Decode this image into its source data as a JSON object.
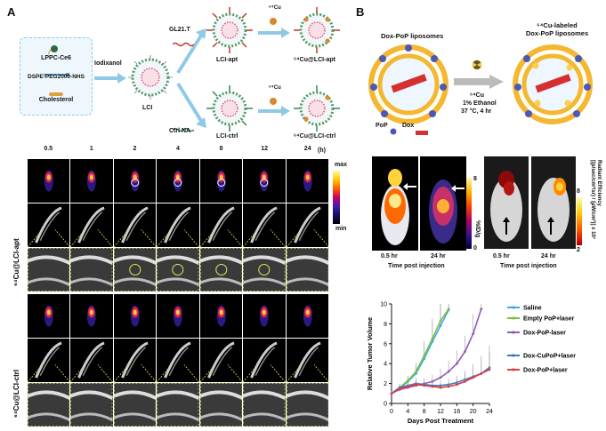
{
  "panelA": {
    "letter": "A",
    "materials": [
      "LPPC-Ce6",
      "DSPE-PEG2000-NHS",
      "Cholesterol"
    ],
    "iodixanol": "Iodixanol",
    "lci": "LCI",
    "gl21": "GL21.T",
    "ctrl_na": "Ctrl NA",
    "cu64_top": "⁶⁴Cu",
    "cu64_bottom": "⁶⁴Cu",
    "lci_apt": "LCI-apt",
    "cu_lci_apt": "⁶⁴Cu@LCI-apt",
    "lci_ctrl": "LCI-ctrl",
    "cu_lci_ctrl": "⁶⁴Cu@LCI-ctrl",
    "timepoints": [
      "0.5",
      "1",
      "2",
      "4",
      "8",
      "12",
      "24"
    ],
    "time_unit": "(h)",
    "colorbar_max": "max",
    "colorbar_min": "min",
    "row_label_top": "⁶⁴Cu@LCI-apt",
    "row_label_bottom": "⁶⁴Cu@LCI-ctrl"
  },
  "panelB": {
    "letter": "B",
    "dox_lipo": "Dox-PoP liposomes",
    "cu_labeled": "⁶⁴Cu-labeled\nDox-PoP liposomes",
    "cu": "⁶⁴Cu",
    "cond1": "1% Ethanol",
    "cond2": "37 °C, 4 hr",
    "pop": "PoP",
    "dox": "Dox",
    "pet_times": [
      "0.5 hr",
      "24 hr"
    ],
    "pet_colorbar": [
      "8",
      "0"
    ],
    "pet_unit": "%ID/g",
    "fl_times": [
      "0.5 hr",
      "24 hr"
    ],
    "fl_colorbar": [
      "8",
      "2"
    ],
    "fl_unit": "Radiant Efficiency\n[(p/sec/cm²/sr) / (µW/cm²)] x 10⁷",
    "time_post": "Time post injection",
    "time_post2": "Time post injection"
  },
  "chart_data": {
    "type": "line",
    "xlabel": "Days Post Treatment",
    "ylabel": "Relative Tumor Volume",
    "xlim": [
      0,
      24
    ],
    "ylim": [
      0,
      10
    ],
    "xticks": [
      0,
      4,
      8,
      12,
      16,
      20,
      24
    ],
    "yticks": [
      0,
      2,
      4,
      6,
      8,
      10
    ],
    "legend_position": "right",
    "series": [
      {
        "name": "Saline",
        "color": "#3fa9e0",
        "x": [
          0,
          2,
          4,
          6,
          8,
          10,
          12,
          14
        ],
        "y": [
          1,
          1.5,
          2.2,
          3,
          4.5,
          6.2,
          7.8,
          9.4
        ],
        "err": [
          0.2,
          0.3,
          0.5,
          0.8,
          1.3,
          2.0,
          2.5,
          2.8
        ]
      },
      {
        "name": "Empty PoP+laser",
        "color": "#7cc242",
        "x": [
          0,
          2,
          4,
          6,
          8,
          10,
          12,
          14
        ],
        "y": [
          1,
          1.6,
          2.3,
          3.2,
          4.8,
          6.5,
          8.3,
          9.5
        ],
        "err": [
          0.2,
          0.3,
          0.5,
          0.9,
          1.5,
          2.0,
          2.6,
          2.9
        ]
      },
      {
        "name": "Dox-PoP-laser",
        "color": "#8e5bb5",
        "x": [
          0,
          2,
          4,
          6,
          8,
          10,
          12,
          14,
          16,
          18,
          20,
          22
        ],
        "y": [
          1,
          1.4,
          1.6,
          1.8,
          2.0,
          2.2,
          2.6,
          3.2,
          4.0,
          5.2,
          7.0,
          9.5
        ],
        "err": [
          0.2,
          0.3,
          0.4,
          0.5,
          0.5,
          0.7,
          0.9,
          1.1,
          1.3,
          1.6,
          2.0,
          2.5
        ]
      },
      {
        "name": "Dox-CuPoP+laser",
        "color": "#3b78c2",
        "x": [
          0,
          2,
          4,
          6,
          8,
          10,
          12,
          14,
          16,
          18,
          20,
          22,
          24
        ],
        "y": [
          1,
          1.6,
          1.8,
          2.0,
          1.9,
          1.8,
          1.8,
          1.9,
          2.1,
          2.4,
          2.7,
          3.0,
          3.6
        ],
        "err": [
          0.2,
          0.4,
          0.5,
          0.6,
          0.6,
          0.5,
          0.5,
          0.6,
          0.7,
          0.9,
          1.3,
          1.8,
          2.2
        ]
      },
      {
        "name": "Dox-PoP+laser",
        "color": "#d94040",
        "x": [
          0,
          2,
          4,
          6,
          8,
          10,
          12,
          14,
          16,
          18,
          20,
          22,
          24
        ],
        "y": [
          1,
          1.5,
          1.7,
          1.9,
          1.8,
          1.7,
          1.6,
          1.7,
          1.9,
          2.2,
          2.6,
          3.0,
          3.4
        ],
        "err": [
          0.2,
          0.3,
          0.4,
          0.4,
          0.4,
          0.4,
          0.4,
          0.5,
          0.6,
          0.8,
          1.0,
          1.4,
          1.8
        ]
      }
    ]
  }
}
